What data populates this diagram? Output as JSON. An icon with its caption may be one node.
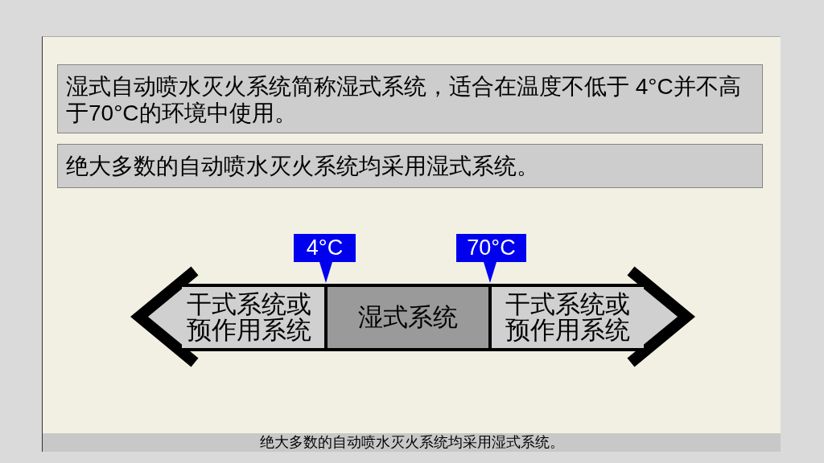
{
  "diagram": {
    "caption": "绝大多数的自动喷水灭火系统均采用湿式系统。",
    "nodes": [
      {
        "text": [
          "湿式自动喷水灭火系统简称湿式系统，适合在温度不低于 4°C并不高于70°C的环境中使用。"
        ]
      },
      {
        "text": [
          "绝大多数的自动喷水灭火系统均采用湿式系统。"
        ]
      },
      {
        "text": [
          "4°C"
        ]
      },
      {
        "text": [
          "70°C"
        ]
      },
      {
        "text": [
          "干式系统或预作用系统"
        ]
      },
      {
        "text": [
          "湿式系统"
        ]
      },
      {
        "text": [
          "干式系统或预作用系统"
        ]
      }
    ]
  }
}
